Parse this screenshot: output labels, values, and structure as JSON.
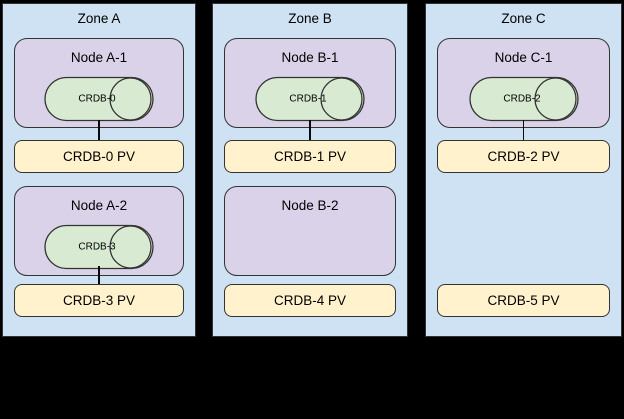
{
  "colors": {
    "background": "#000000",
    "zone_fill": "#cfe2f3",
    "node_fill": "#d9d2e9",
    "cylinder_fill": "#d9ead3",
    "pv_fill": "#fff2cc",
    "border": "#333333",
    "text": "#000000"
  },
  "zones": [
    {
      "title": "Zone A",
      "rows": [
        {
          "node": "Node A-1",
          "cylinder": "CRDB-0",
          "pv": "CRDB-0 PV"
        },
        {
          "node": "Node A-2",
          "cylinder": "CRDB-3",
          "pv": "CRDB-3 PV"
        }
      ]
    },
    {
      "title": "Zone B",
      "rows": [
        {
          "node": "Node B-1",
          "cylinder": "CRDB-1",
          "pv": "CRDB-1 PV"
        },
        {
          "node": "Node B-2",
          "cylinder": null,
          "pv": "CRDB-4 PV"
        }
      ]
    },
    {
      "title": "Zone C",
      "rows": [
        {
          "node": "Node C-1",
          "cylinder": "CRDB-2",
          "pv": "CRDB-2 PV"
        },
        {
          "node": null,
          "cylinder": null,
          "pv": "CRDB-5 PV"
        }
      ]
    }
  ]
}
